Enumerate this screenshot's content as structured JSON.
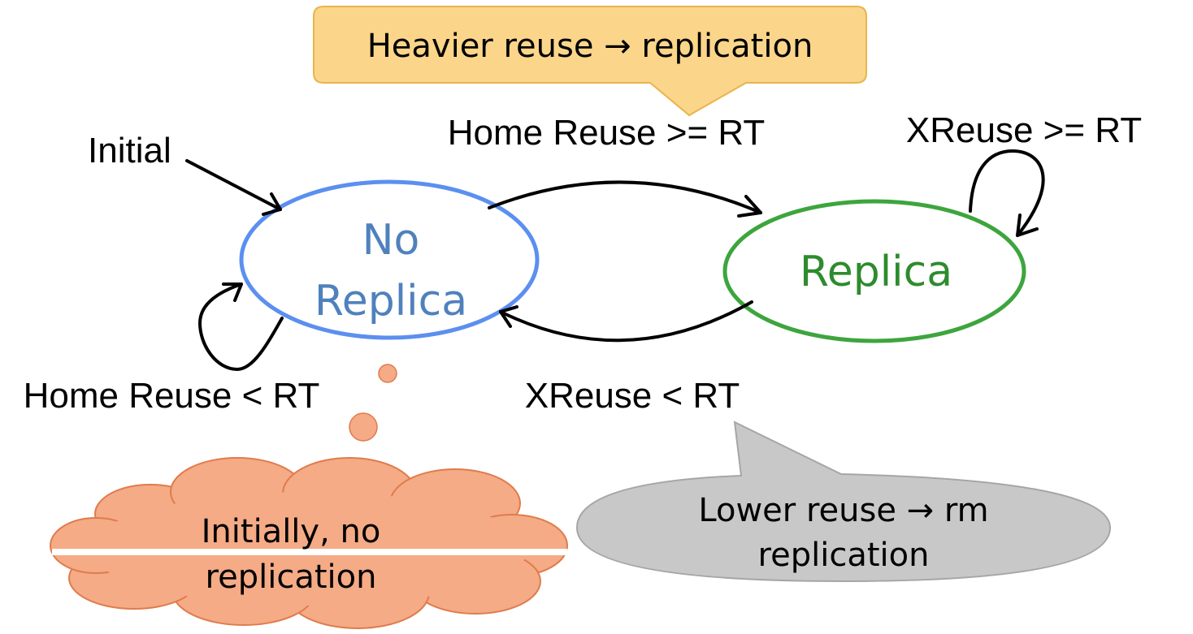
{
  "callouts": {
    "top": {
      "text": "Heavier reuse → replication",
      "color": "#FBD58A"
    },
    "bottom": {
      "line1": "Lower reuse → rm",
      "line2": "replication",
      "color": "#C8C8C8"
    },
    "cloud": {
      "line1": "Initially, no",
      "line2": "replication",
      "color": "#F4AB86"
    }
  },
  "states": {
    "no_replica": {
      "line1": "No",
      "line2": "Replica",
      "color": "#5B8FF0",
      "text_color": "#4F81BD"
    },
    "replica": {
      "label": "Replica",
      "color": "#3DA53D",
      "text_color": "#2E8B2E"
    }
  },
  "edge_labels": {
    "initial": "Initial",
    "home_reuse_ge": "Home Reuse >= RT",
    "xreuse_ge": "XReuse >= RT",
    "home_reuse_lt": "Home Reuse < RT",
    "xreuse_lt": "XReuse < RT"
  }
}
